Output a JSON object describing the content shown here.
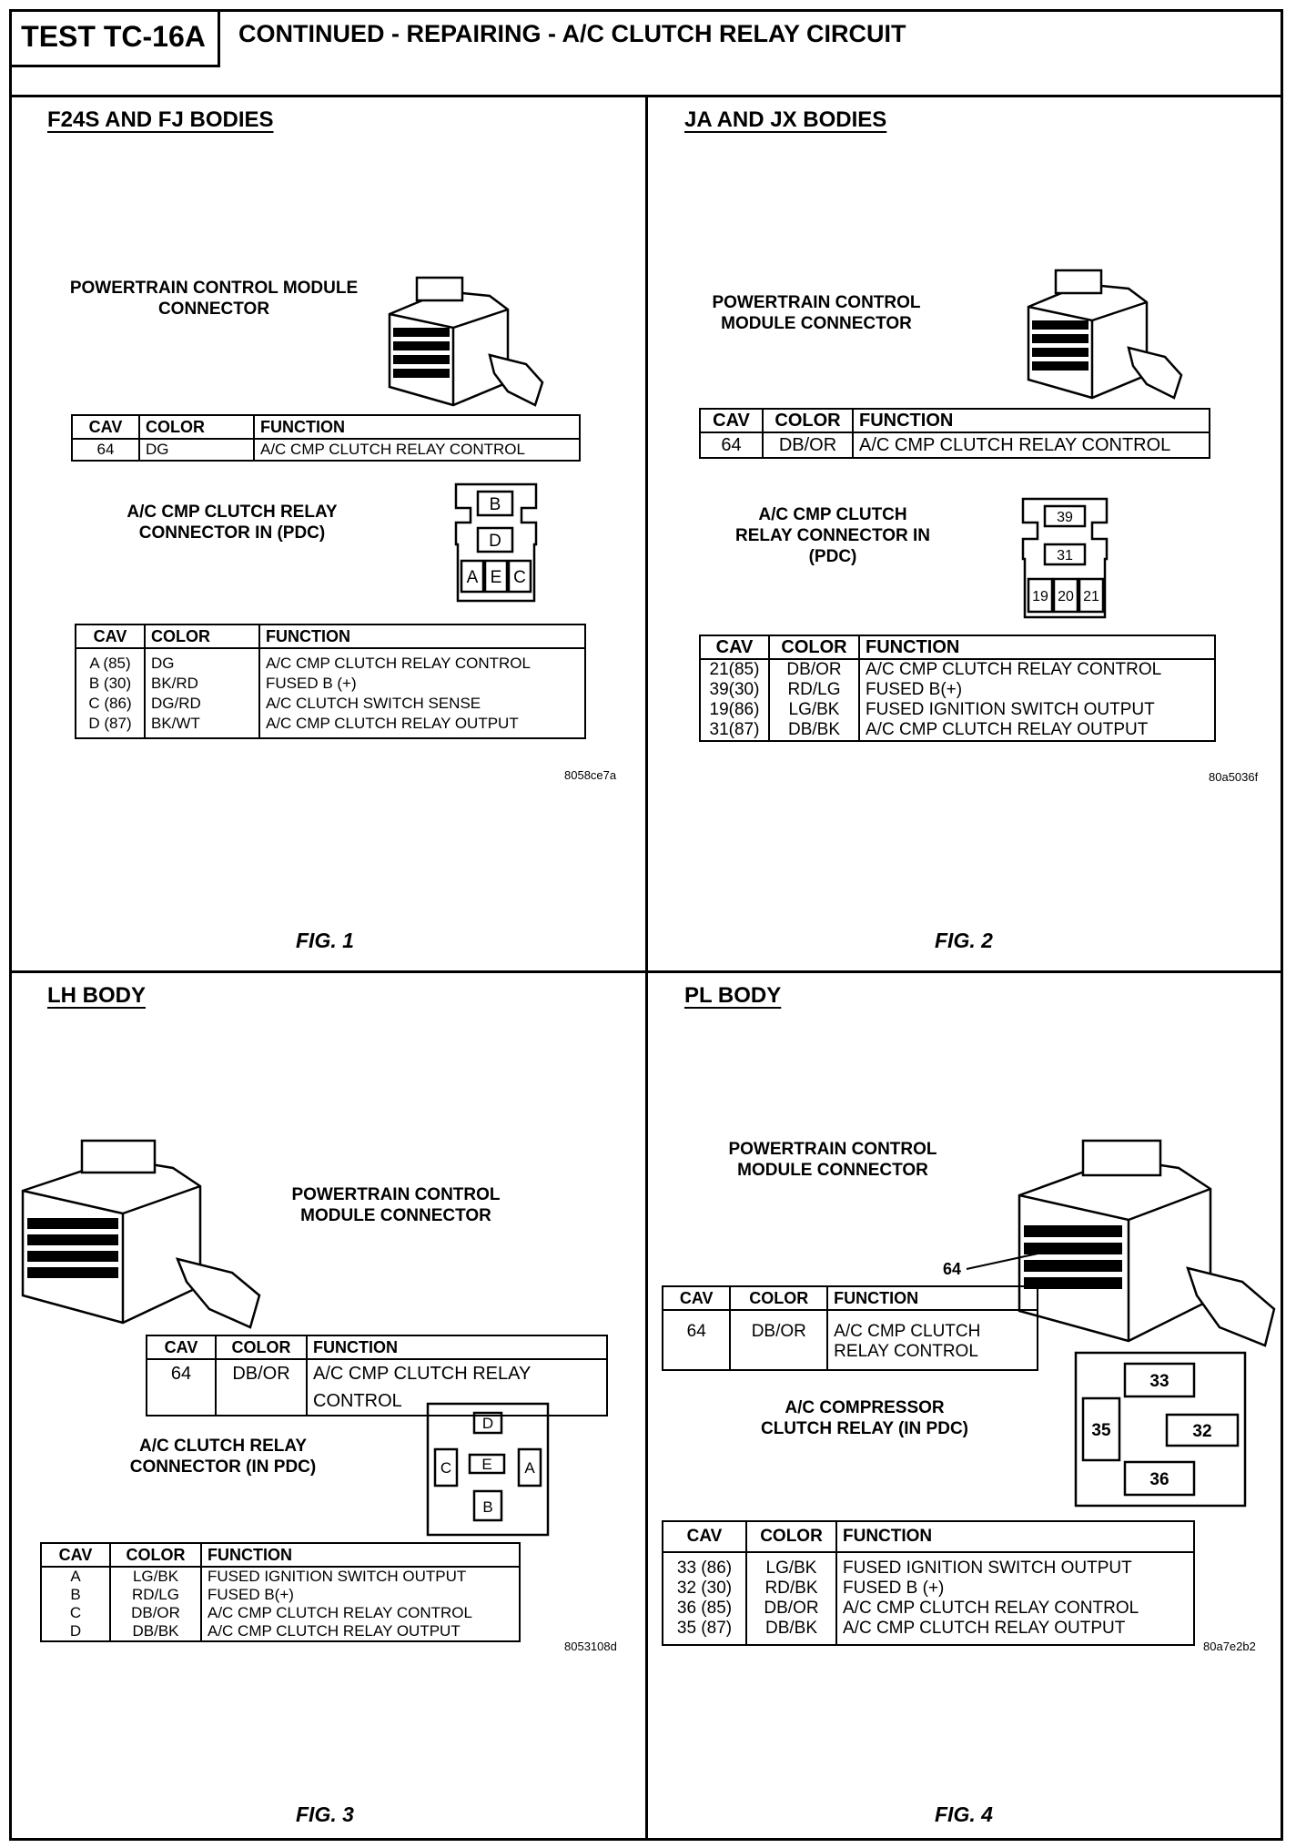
{
  "header": {
    "test_id": "TEST TC-16A",
    "title": "CONTINUED - REPAIRING - A/C CLUTCH RELAY CIRCUIT"
  },
  "panels": [
    {
      "title": "F24S AND FJ BODIES",
      "pcm_label": "POWERTRAIN CONTROL MODULE CONNECTOR",
      "pcm_table": {
        "headers": [
          "CAV",
          "COLOR",
          "FUNCTION"
        ],
        "rows": [
          [
            "64",
            "DG",
            "A/C CMP CLUTCH RELAY CONTROL"
          ]
        ]
      },
      "relay_label": "A/C CMP CLUTCH RELAY CONNECTOR IN (PDC)",
      "relay_pins": [
        "B",
        "D",
        "A",
        "E",
        "C"
      ],
      "relay_table": {
        "headers": [
          "CAV",
          "COLOR",
          "FUNCTION"
        ],
        "rows": [
          [
            "A (85)",
            "DG",
            "A/C CMP CLUTCH RELAY CONTROL"
          ],
          [
            "B (30)",
            "BK/RD",
            "FUSED B (+)"
          ],
          [
            "C (86)",
            "DG/RD",
            "A/C CLUTCH SWITCH SENSE"
          ],
          [
            "D (87)",
            "BK/WT",
            "A/C CMP CLUTCH RELAY OUTPUT"
          ]
        ]
      },
      "code": "8058ce7a",
      "figure": "FIG. 1"
    },
    {
      "title": "JA AND JX BODIES",
      "pcm_label": "POWERTRAIN CONTROL MODULE CONNECTOR",
      "pcm_table": {
        "headers": [
          "CAV",
          "COLOR",
          "FUNCTION"
        ],
        "rows": [
          [
            "64",
            "DB/OR",
            "A/C CMP CLUTCH RELAY CONTROL"
          ]
        ]
      },
      "relay_label": "A/C CMP CLUTCH RELAY CONNECTOR IN (PDC)",
      "relay_pins": [
        "39",
        "31",
        "19",
        "20",
        "21"
      ],
      "relay_table": {
        "headers": [
          "CAV",
          "COLOR",
          "FUNCTION"
        ],
        "rows": [
          [
            "21(85)",
            "DB/OR",
            "A/C CMP CLUTCH RELAY CONTROL"
          ],
          [
            "39(30)",
            "RD/LG",
            "FUSED B(+)"
          ],
          [
            "19(86)",
            "LG/BK",
            "FUSED IGNITION SWITCH OUTPUT"
          ],
          [
            "31(87)",
            "DB/BK",
            "A/C CMP CLUTCH RELAY OUTPUT"
          ]
        ]
      },
      "code": "80a5036f",
      "figure": "FIG. 2"
    },
    {
      "title": "LH BODY",
      "pcm_label": "POWERTRAIN CONTROL MODULE CONNECTOR",
      "pcm_table": {
        "headers": [
          "CAV",
          "COLOR",
          "FUNCTION"
        ],
        "rows": [
          [
            "64",
            "DB/OR",
            "A/C CMP CLUTCH RELAY CONTROL"
          ]
        ]
      },
      "relay_label": "A/C CLUTCH RELAY CONNECTOR (IN PDC)",
      "relay_pins": [
        "D",
        "C",
        "E",
        "A",
        "B"
      ],
      "relay_table": {
        "headers": [
          "CAV",
          "COLOR",
          "FUNCTION"
        ],
        "rows": [
          [
            "A",
            "LG/BK",
            "FUSED IGNITION SWITCH OUTPUT"
          ],
          [
            "B",
            "RD/LG",
            "FUSED B(+)"
          ],
          [
            "C",
            "DB/OR",
            "A/C CMP CLUTCH RELAY CONTROL"
          ],
          [
            "D",
            "DB/BK",
            "A/C CMP CLUTCH RELAY OUTPUT"
          ]
        ]
      },
      "code": "8053108d",
      "figure": "FIG. 3"
    },
    {
      "title": "PL BODY",
      "pcm_label": "POWERTRAIN CONTROL MODULE CONNECTOR",
      "pin_callout": "64",
      "pcm_table": {
        "headers": [
          "CAV",
          "COLOR",
          "FUNCTION"
        ],
        "rows": [
          [
            "64",
            "DB/OR",
            "A/C CMP CLUTCH RELAY CONTROL"
          ]
        ]
      },
      "relay_label": "A/C COMPRESSOR CLUTCH RELAY (IN PDC)",
      "relay_pins": [
        "33",
        "35",
        "32",
        "36"
      ],
      "relay_table": {
        "headers": [
          "CAV",
          "COLOR",
          "FUNCTION"
        ],
        "rows": [
          [
            "33 (86)",
            "LG/BK",
            "FUSED IGNITION SWITCH OUTPUT"
          ],
          [
            "32 (30)",
            "RD/BK",
            "FUSED B (+)"
          ],
          [
            "36 (85)",
            "DB/OR",
            "A/C CMP CLUTCH RELAY CONTROL"
          ],
          [
            "35 (87)",
            "DB/BK",
            "A/C CMP CLUTCH RELAY OUTPUT"
          ]
        ]
      },
      "code": "80a7e2b2",
      "figure": "FIG. 4"
    }
  ]
}
